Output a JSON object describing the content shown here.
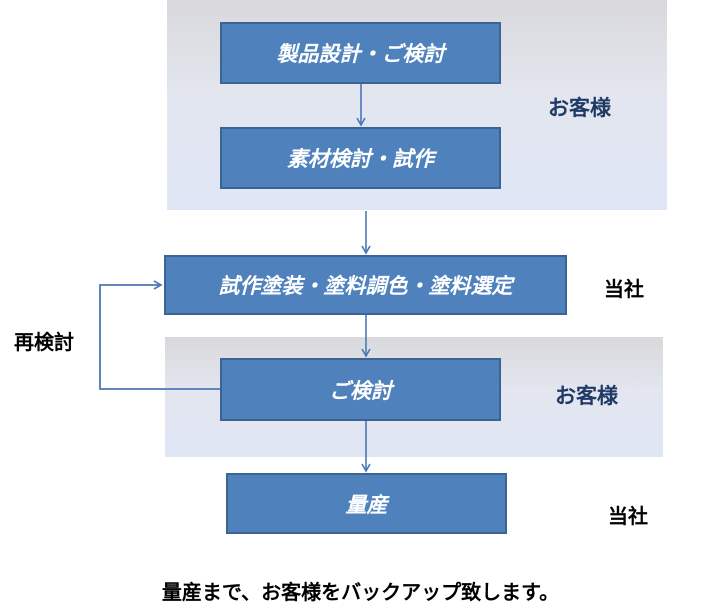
{
  "steps": [
    {
      "label": "製品設計・ご検討"
    },
    {
      "label": "素材検討・試作"
    },
    {
      "label": "試作塗装・塗料調色・塗料選定"
    },
    {
      "label": "ご検討"
    },
    {
      "label": "量産"
    }
  ],
  "zones": {
    "customer_1": "お客様",
    "company_1": "当社",
    "customer_2": "お客様",
    "company_2": "当社"
  },
  "loop_label": "再検討",
  "footer": "量産まで、お客様をバックアップ致します。",
  "colors": {
    "step_fill": "#4f81bd",
    "step_border": "#3b6493",
    "connector": "#4a78b5",
    "zone_label": "#1f3a64"
  }
}
